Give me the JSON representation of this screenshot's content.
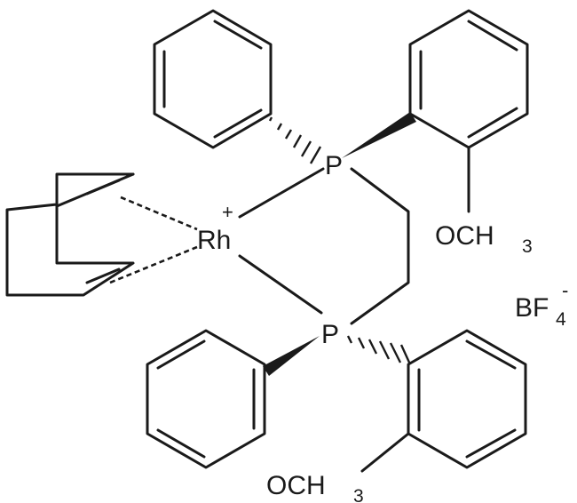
{
  "labels": {
    "rh": "Rh",
    "rh_charge": "+",
    "p_top": "P",
    "p_bottom": "P",
    "ome_top_main": "OCH",
    "ome_top_sub": "3",
    "ome_bottom_main": "OCH",
    "ome_bottom_sub": "3",
    "bf_main": "BF",
    "bf_sub": "4",
    "bf_charge": "-"
  },
  "colors": {
    "ink": "#1a1a1a",
    "background": "#ffffff"
  }
}
